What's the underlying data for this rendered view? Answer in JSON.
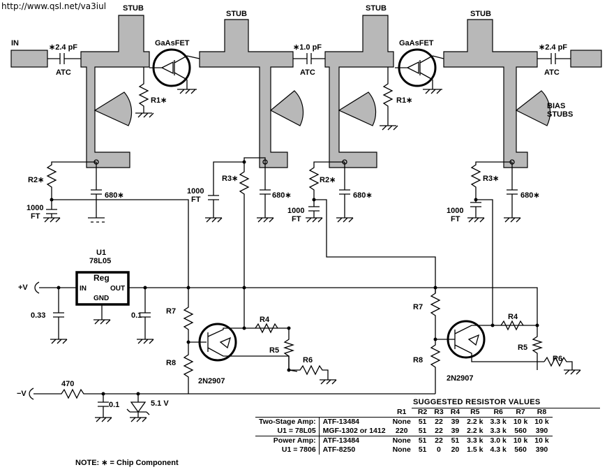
{
  "url": "http://www.qsl.net/va3iul",
  "labels": {
    "stub": "STUB",
    "in": "IN",
    "gasfet": "GaAsFET",
    "c_in": "∗2.4 pF",
    "c_mid": "∗1.0 pF",
    "c_out": "∗2.4 pF",
    "atc": "ATC",
    "r1": "R1∗",
    "r2": "R2∗",
    "r3": "R3∗",
    "r4": "R4",
    "r5": "R5",
    "r6": "R6",
    "r7": "R7",
    "r8": "R8",
    "c1000": "1000",
    "ft": "FT",
    "c680": "680∗",
    "bias_stubs_1": "BIAS",
    "bias_stubs_2": "STUBS",
    "u1": "U1",
    "reg_part": "78L05",
    "reg": "Reg",
    "reg_in": "IN",
    "reg_out": "OUT",
    "reg_gnd": "GND",
    "plus_v": "+V",
    "minus_v": "−V",
    "c033": "0.33",
    "c01": "0.1",
    "r470": "470",
    "zener": "5.1 V",
    "transistor": "2N2907",
    "note": "NOTE:  ∗ = Chip Component"
  },
  "table": {
    "title": "SUGGESTED RESISTOR VALUES",
    "headers": [
      "R1",
      "R2",
      "R3",
      "R4",
      "R5",
      "R6",
      "R7",
      "R8"
    ],
    "groups": [
      {
        "label1": "Two-Stage Amp:",
        "label2": "U1 = 78L05",
        "rows": [
          {
            "part": "ATF-13484",
            "values": [
              "None",
              "51",
              "22",
              "39",
              "2.2 k",
              "3.3 k",
              "10 k",
              "10 k"
            ]
          },
          {
            "part": "MGF-1302 or 1412",
            "values": [
              "220",
              "51",
              "22",
              "39",
              "2.2 k",
              "3.3 k",
              "560",
              "390"
            ]
          }
        ]
      },
      {
        "label1": "Power Amp:",
        "label2": "U1 = 7806",
        "rows": [
          {
            "part": "ATF-13484",
            "values": [
              "None",
              "51",
              "22",
              "51",
              "3.3 k",
              "3.0 k",
              "10 k",
              "10 k"
            ]
          },
          {
            "part": "ATF-8250",
            "values": [
              "None",
              "51",
              "0",
              "20",
              "1.5 k",
              "4.3 k",
              "560",
              "390"
            ]
          }
        ]
      }
    ]
  }
}
